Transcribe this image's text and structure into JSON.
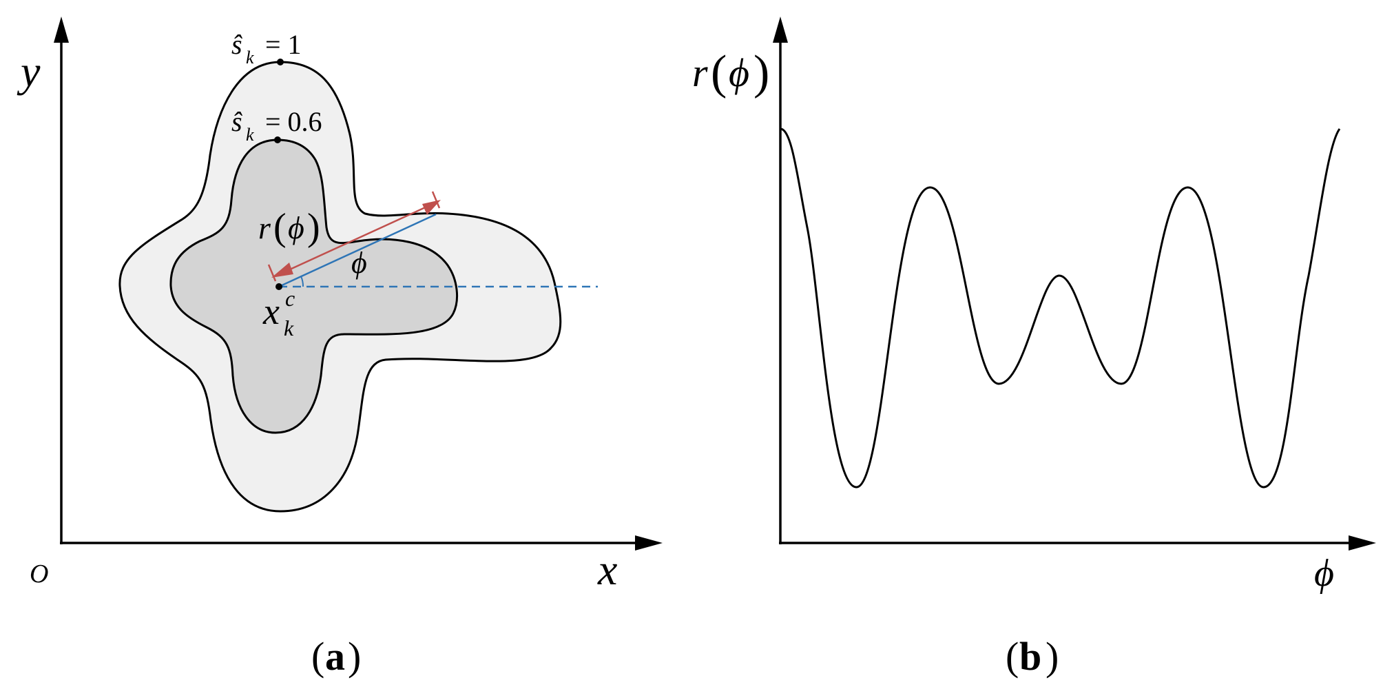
{
  "panel_a": {
    "caption_open": "(",
    "caption_letter": "a",
    "caption_close": ")",
    "x_axis_label": "x",
    "y_axis_label": "y",
    "origin_label": "O",
    "outer_contour": {
      "symbol": "ŝ",
      "subscript": "k",
      "equals": "= 1"
    },
    "inner_contour": {
      "symbol": "ŝ",
      "subscript": "k",
      "equals": "= 0.6"
    },
    "radius_label": {
      "r": "r",
      "open": "(",
      "phi": "ϕ",
      "close": ")"
    },
    "angle_label": "ϕ",
    "center_label": {
      "base": "x",
      "subscript": "k",
      "superscript": "c"
    },
    "colors": {
      "outer_fill": "#f0f0f0",
      "inner_fill": "#d4d4d4",
      "radius_arrow": "#c0504d",
      "radius_line": "#2e75b6",
      "reference_dashed": "#2e75b6"
    }
  },
  "panel_b": {
    "caption_open": "(",
    "caption_letter": "b",
    "caption_close": ")",
    "x_axis_label": "ϕ",
    "y_axis_label": {
      "r": "r",
      "open": "(",
      "phi": "ϕ",
      "close": ")"
    }
  }
}
